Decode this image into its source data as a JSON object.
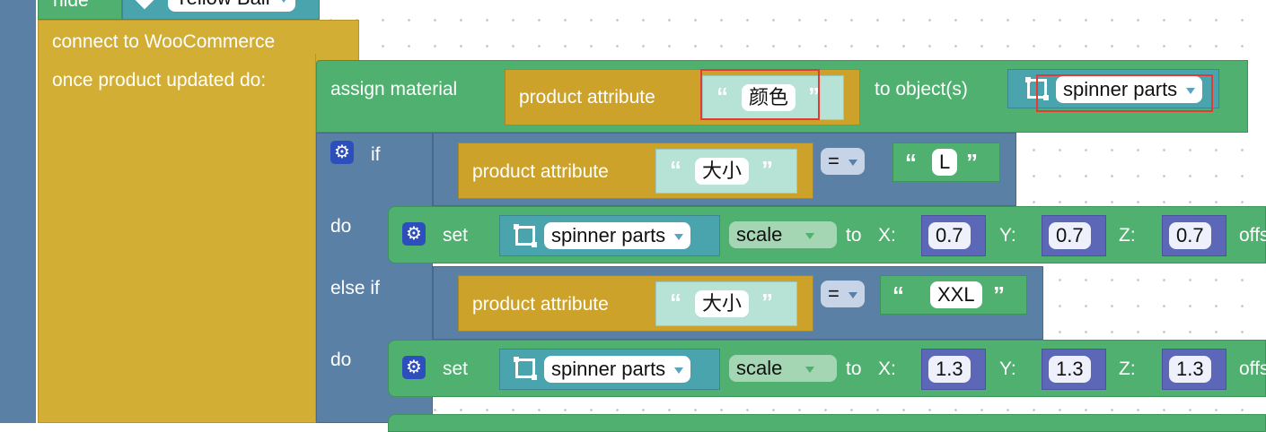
{
  "top_block": {
    "label": "hide",
    "object": "Yellow Ball"
  },
  "event_block": {
    "line1": "connect to WooCommerce",
    "line2": "once product updated do:"
  },
  "assign_block": {
    "label": "assign material",
    "attribute_label": "product attribute",
    "attribute_value": "颜色",
    "to_label": "to object(s)",
    "object": "spinner parts"
  },
  "if_block": {
    "if_label": "if",
    "do_label": "do",
    "else_if_label": "else if",
    "do2_label": "do",
    "cond1": {
      "attribute_label": "product attribute",
      "attribute_value": "大小",
      "operator": "=",
      "compare_value": "L"
    },
    "cond2": {
      "attribute_label": "product attribute",
      "attribute_value": "大小",
      "operator": "=",
      "compare_value": "XXL"
    }
  },
  "set_blocks": [
    {
      "label": "set",
      "object": "spinner parts",
      "property": "scale",
      "to_label": "to",
      "x_label": "X:",
      "x": "0.7",
      "y_label": "Y:",
      "y": "0.7",
      "z_label": "Z:",
      "z": "0.7",
      "trail": "offs"
    },
    {
      "label": "set",
      "object": "spinner parts",
      "property": "scale",
      "to_label": "to",
      "x_label": "X:",
      "x": "1.3",
      "y_label": "Y:",
      "y": "1.3",
      "z_label": "Z:",
      "z": "1.3",
      "trail": "offs"
    }
  ],
  "colors": {
    "event": "#d2ae34",
    "action": "#4fb070",
    "logic": "#5b80a5",
    "object": "#4aa4ad",
    "number": "#5d67b8",
    "highlight": "#e53935"
  }
}
